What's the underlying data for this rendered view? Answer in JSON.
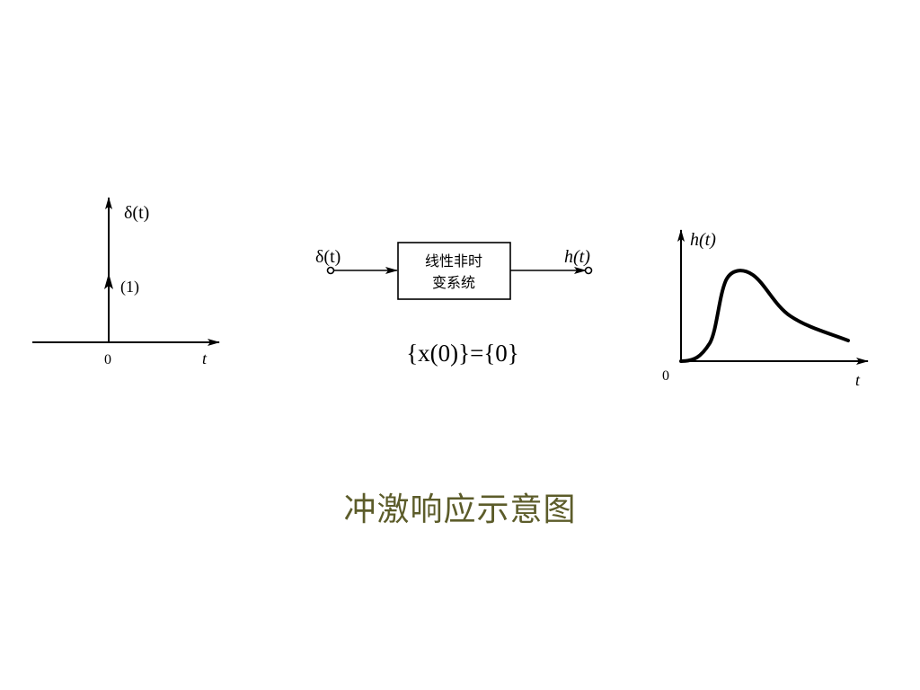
{
  "impulse_input": {
    "y_label": "δ(t)",
    "strength": "(1)",
    "origin": "0",
    "x_label": "t"
  },
  "system": {
    "input_label": "δ(t)",
    "output_label": "h(t)",
    "box_line1": "线性非时",
    "box_line2": "变系统",
    "initial_condition": "{x(0)}={0}"
  },
  "impulse_response": {
    "y_label": "h(t)",
    "origin": "0",
    "x_label": "t"
  },
  "caption": "冲激响应示意图"
}
